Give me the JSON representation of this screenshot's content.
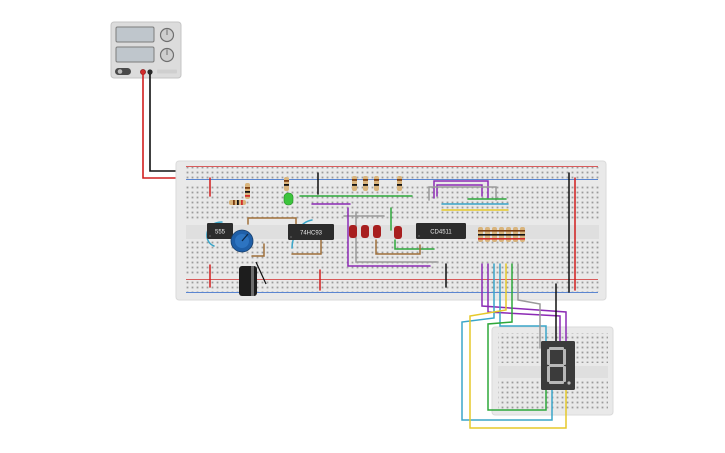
{
  "diagram": {
    "power_supply": {
      "controls": [
        "voltage-knob",
        "current-knob"
      ]
    },
    "chips": [
      {
        "id": "u1",
        "label": "555"
      },
      {
        "id": "u2",
        "label": "74HC93"
      },
      {
        "id": "u3",
        "label": "CD4511"
      }
    ],
    "seven_segment": {
      "digit": "8"
    },
    "colors": {
      "breadboard": "#e9e9e9",
      "rail_red": "#d12b2b",
      "rail_blue": "#2b64c8",
      "chip": "#2c2c2c",
      "segment_on": "#b8b8b8",
      "display_body": "#3b3b3b",
      "led": "#3cc43c",
      "resistor_led": "#a81f1f",
      "potentiometer": "#1f5fa8",
      "capacitor": "#1d1d1d",
      "wire_purple": "#8c2bb5",
      "wire_green": "#2ea83a",
      "wire_blue": "#3aa6c9",
      "wire_yellow": "#e6c92a",
      "wire_gray": "#9a9a9a",
      "wire_brown": "#a0703a",
      "wire_black": "#111111",
      "wire_red": "#d11e1e"
    }
  }
}
